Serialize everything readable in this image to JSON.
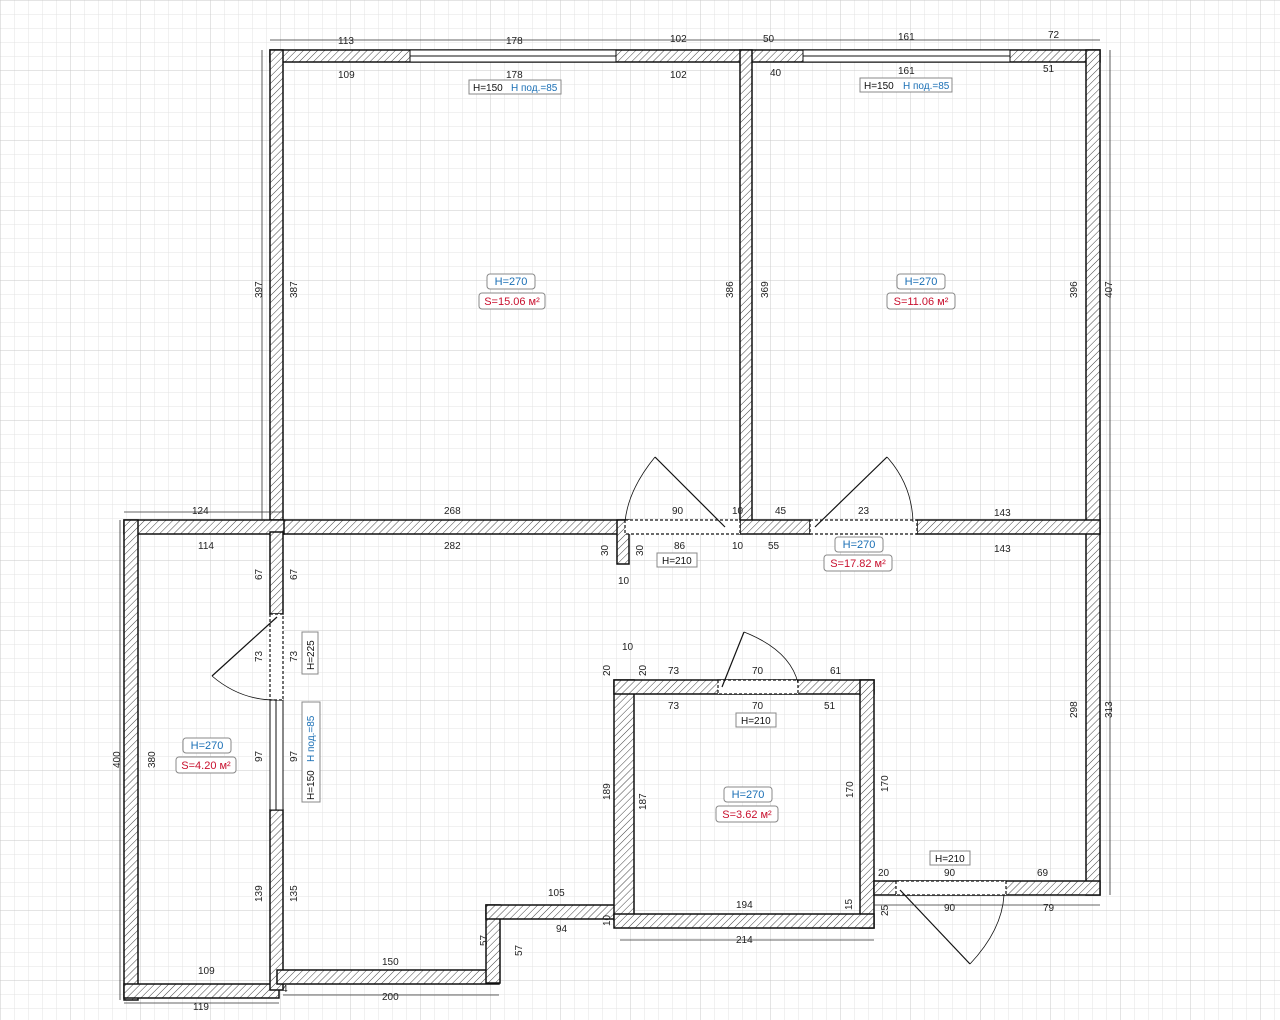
{
  "colors": {
    "grid_minor": "#e3e3e3",
    "grid_major": "#c9c9c9",
    "wall": "#111111",
    "height_label": "#1a6fb5",
    "area_label": "#c8102e"
  },
  "rooms": [
    {
      "height": "H=270",
      "area": "S=15.06 м²"
    },
    {
      "height": "H=270",
      "area": "S=11.06 м²"
    },
    {
      "height": "H=270",
      "area": "S=17.82 м²"
    },
    {
      "height": "H=270",
      "area": "S=4.20 м²"
    },
    {
      "height": "H=270",
      "area": "S=3.62 м²"
    }
  ],
  "windows": [
    {
      "height": "H=150",
      "sill": "H под.=85"
    },
    {
      "height": "H=150",
      "sill": "H под.=85"
    },
    {
      "height": "H=150",
      "sill": "H под.=85"
    }
  ],
  "doors": [
    "H=210",
    "H=210",
    "H=210",
    "H=225"
  ],
  "dims": {
    "top_outer_1": "113",
    "top_outer_2": "178",
    "top_outer_3": "102",
    "top_outer_4": "50",
    "top_outer_5": "161",
    "top_outer_6": "72",
    "top_inner_1": "109",
    "top_inner_2": "178",
    "top_inner_3": "102",
    "top_inner_4": "40",
    "top_inner_5": "161",
    "top_inner_6": "51",
    "left_outer": "397",
    "left_inner": "387",
    "r1_right": "386",
    "r2_left": "369",
    "r2_right": "396",
    "right_outer": "407",
    "mid_1": "268",
    "mid_2": "90",
    "mid_3": "10",
    "mid_4": "45",
    "mid_5": "23",
    "mid_6": "143",
    "mid_7": "124",
    "mid_8": "114",
    "mid_9": "282",
    "mid_10": "30",
    "mid_11": "86",
    "mid_12": "30",
    "mid_13": "10",
    "mid_14": "55",
    "mid_15": "143",
    "mid_16": "10",
    "l_1": "67",
    "l_2": "67",
    "l_3": "73",
    "l_4": "73",
    "l_5": "97",
    "l_6": "97",
    "l_7": "139",
    "l_8": "135",
    "l_outer": "400",
    "l_inner": "380",
    "l_bot_1": "109",
    "l_bot_2": "119",
    "l_bot_3": "4",
    "b_1": "150",
    "b_2": "200",
    "b_3": "57",
    "b_4": "57",
    "b_5": "94",
    "b_6": "105",
    "bath_1": "10",
    "bath_2": "20",
    "bath_3": "20",
    "bath_4": "73",
    "bath_5": "70",
    "bath_6": "61",
    "bath_7": "73",
    "bath_8": "70",
    "bath_9": "51",
    "bath_10": "189",
    "bath_11": "187",
    "bath_12": "170",
    "bath_13": "170",
    "bath_14": "194",
    "bath_15": "15",
    "bath_16": "10",
    "bath_17": "214",
    "rb_1": "20",
    "rb_2": "90",
    "rb_3": "69",
    "rb_4": "25",
    "rb_5": "90",
    "rb_6": "79",
    "hall_right_inner": "298",
    "hall_right_outer": "313"
  }
}
